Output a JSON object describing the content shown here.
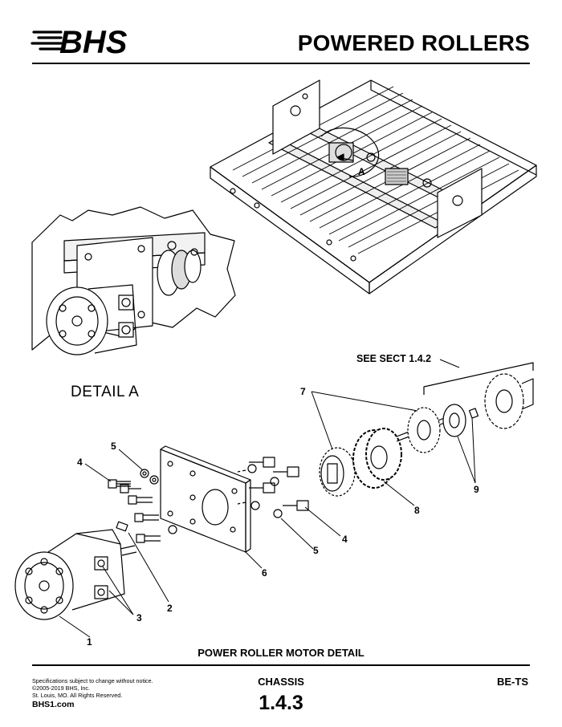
{
  "header": {
    "logo_text": "BHS",
    "title": "POWERED ROLLERS"
  },
  "drawing": {
    "detail_callout": "A",
    "detail_label": "DETAIL  A",
    "see_section": "SEE SECT 1.4.2",
    "caption": "POWER ROLLER MOTOR DETAIL",
    "callouts": [
      "1",
      "2",
      "3",
      "4",
      "5",
      "6",
      "7",
      "8",
      "9",
      "4",
      "5"
    ]
  },
  "footer": {
    "notes": [
      "Specifications subject to change without notice.",
      "©2005-2019 BHS, Inc.",
      "St. Louis, MO.  All Rights Reserved."
    ],
    "website": "BHS1.com",
    "section_name": "CHASSIS",
    "section_number": "1.4.3",
    "doc_code": "BE-TS"
  }
}
